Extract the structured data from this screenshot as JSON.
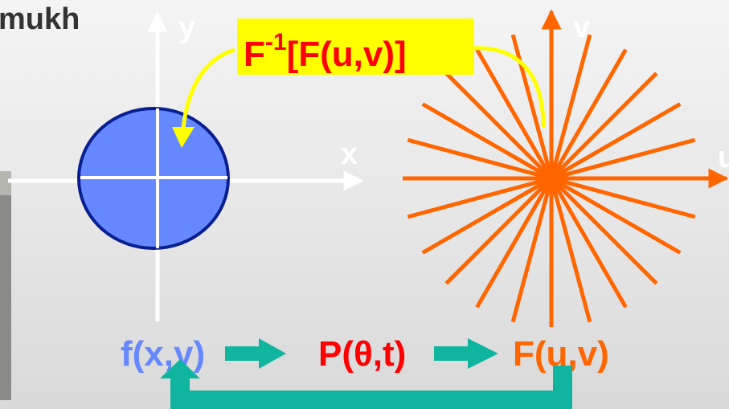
{
  "header": {
    "partial_name": "mukh"
  },
  "spatial": {
    "axis_x_label": "x",
    "axis_y_label": "y",
    "disk_color": "#6688ff",
    "disk_outline_color": "#0a1f8f"
  },
  "frequency": {
    "axis_u_label": "u",
    "axis_v_label": "v",
    "spoke_color": "#ff6600",
    "spoke_count": 12
  },
  "inverse_callout": {
    "prefix": "F",
    "superscript": "-1",
    "body": "[F(u,v)]",
    "bg_color": "#ffff00",
    "text_color": "#ff0000",
    "arrow_color": "#ffff00"
  },
  "pipeline": {
    "image_fn": "f(x,y)",
    "projection_fn": "P(θ,t)",
    "fourier_fn": "F(u,v)",
    "image_color": "#6688ff",
    "projection_color": "#ff0000",
    "fourier_color": "#ff6600",
    "arrow_color": "#10b5a0"
  }
}
